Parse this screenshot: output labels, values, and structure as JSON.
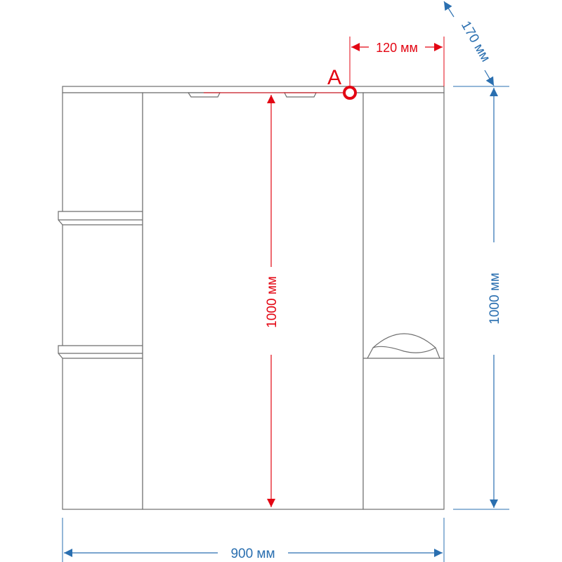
{
  "dimensions": {
    "depth_offset": "120 мм",
    "depth": "170 мм",
    "inner_height": "1000 мм",
    "height": "1000 мм",
    "width": "900 мм"
  },
  "point_label": "A",
  "colors": {
    "red": "#e30613",
    "blue": "#2a6fb0",
    "line": "#6e6e6e"
  }
}
